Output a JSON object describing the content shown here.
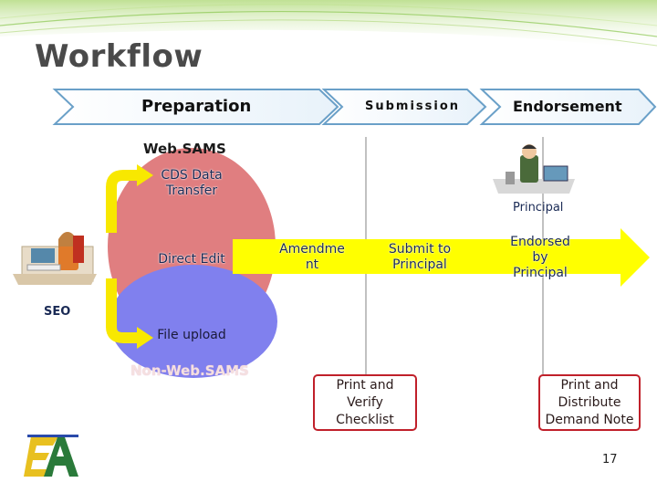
{
  "title": "Workflow",
  "stages": {
    "preparation": "Preparation",
    "submission": "Submission",
    "endorsement": "Endorsement"
  },
  "regions": {
    "websams": "Web.SAMS",
    "non_websams": "Non-Web.SAMS"
  },
  "actors": {
    "seo": "SEO",
    "principal": "Principal"
  },
  "steps": {
    "cds_transfer": "CDS Data Transfer",
    "direct_edit": "Direct Edit",
    "file_upload": "File upload",
    "amendment": "Amendme nt",
    "submit_to_principal": "Submit to Principal",
    "endorsed_by_principal": "Endorsed by Principal"
  },
  "checklist_boxes": {
    "print_verify": "Print and Verify Checklist",
    "print_distribute": "Print and Distribute Demand Note"
  },
  "page_number": "17",
  "colors": {
    "websams_circle": "#e07e80",
    "non_websams_circle": "#8080ee",
    "arrow_band": "#ffff00",
    "chevron_border": "#6aa0c8",
    "checklist_border": "#c0202a"
  }
}
